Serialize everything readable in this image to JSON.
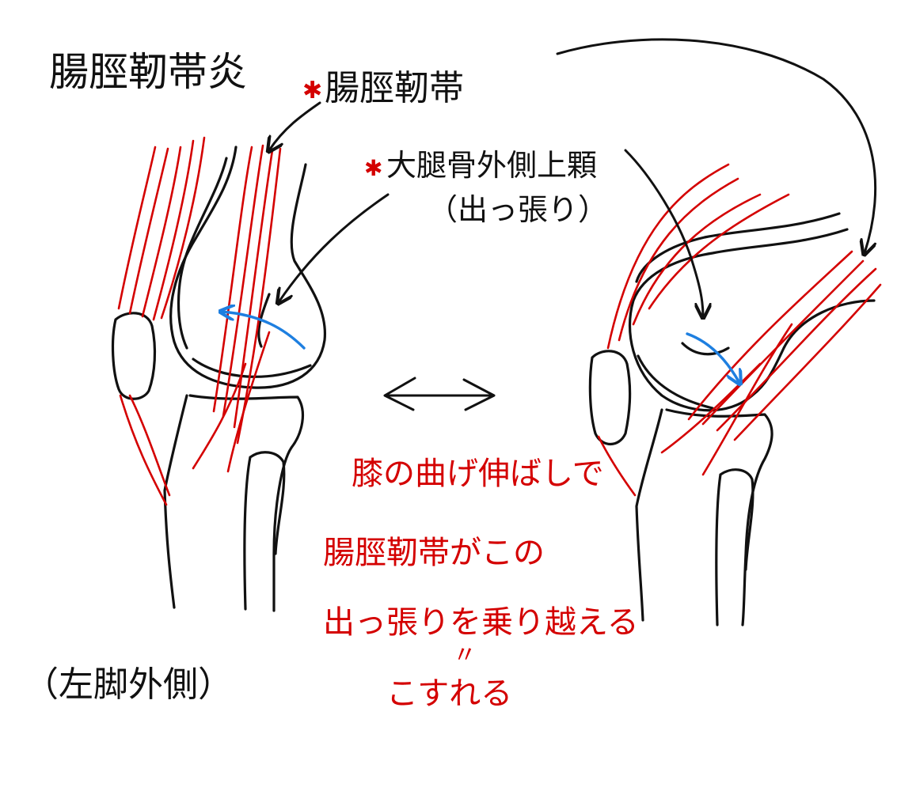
{
  "title": "腸脛靭帯炎",
  "labels": {
    "itb": "腸脛靭帯",
    "epicondyle": "大腿骨外側上顆",
    "epicondyle_note": "（出っ張り）",
    "side_note": "（左脚外側）"
  },
  "explanation": {
    "line1": "膝の曲げ伸ばしで",
    "line2": "腸脛靭帯がこの",
    "line3": "出っ張りを乗り越える",
    "equals": "〃",
    "line4": "こすれる"
  },
  "colors": {
    "ink": "#111111",
    "band": "#d40000",
    "motion_arrow": "#1e7fe0",
    "background": "#ffffff"
  },
  "icons": {
    "star_marker": "red-star-icon",
    "double_arrow": "double-headed-arrow-icon"
  }
}
